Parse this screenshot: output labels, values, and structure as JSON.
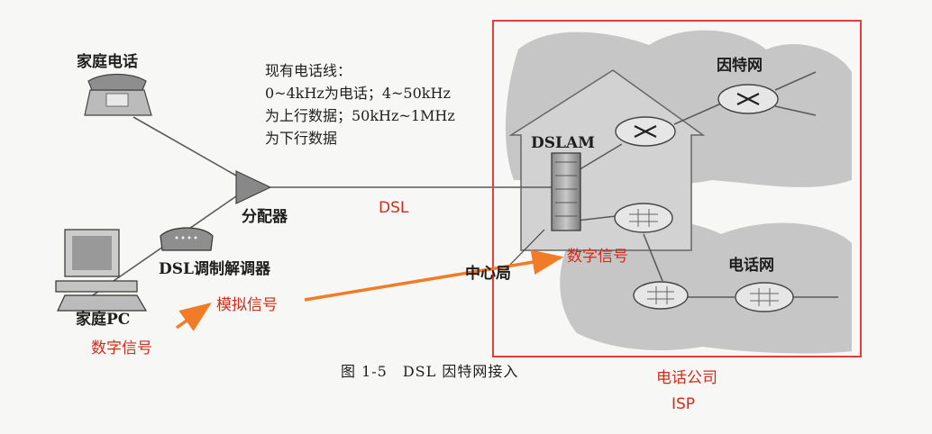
{
  "colors": {
    "annotation": "#d42a1a",
    "arrow": "#f07c28",
    "highlight_box": "#e43d3a",
    "cloud": "#bdbdbd",
    "house": "#d2d2d2",
    "router_fill": "#e6e6e6",
    "line": "#666666"
  },
  "icons": [
    "telephone-icon",
    "pc-icon",
    "modem-icon",
    "splitter-icon",
    "dslam-icon",
    "router-icon",
    "house-icon",
    "cloud-icon"
  ],
  "labels": {
    "home_phone": "家庭电话",
    "home_pc": "家庭PC",
    "dsl_modem": "DSL调制解调器",
    "splitter": "分配器",
    "central_office": "中心局",
    "dslam": "DSLAM",
    "internet": "因特网",
    "telephone_network": "电话网",
    "phone_line_desc": [
      "现有电话线：",
      "0~4kHz为电话；4~50kHz",
      "为上行数据；50kHz~1MHz",
      "为下行数据"
    ],
    "caption": "图 1-5　DSL 因特网接入"
  },
  "annotations": {
    "dsl": "DSL",
    "digital_signal_isp": "数字信号",
    "analog_signal": "模拟信号",
    "digital_signal_pc": "数字信号",
    "phone_company": "电话公司",
    "isp": "ISP"
  }
}
